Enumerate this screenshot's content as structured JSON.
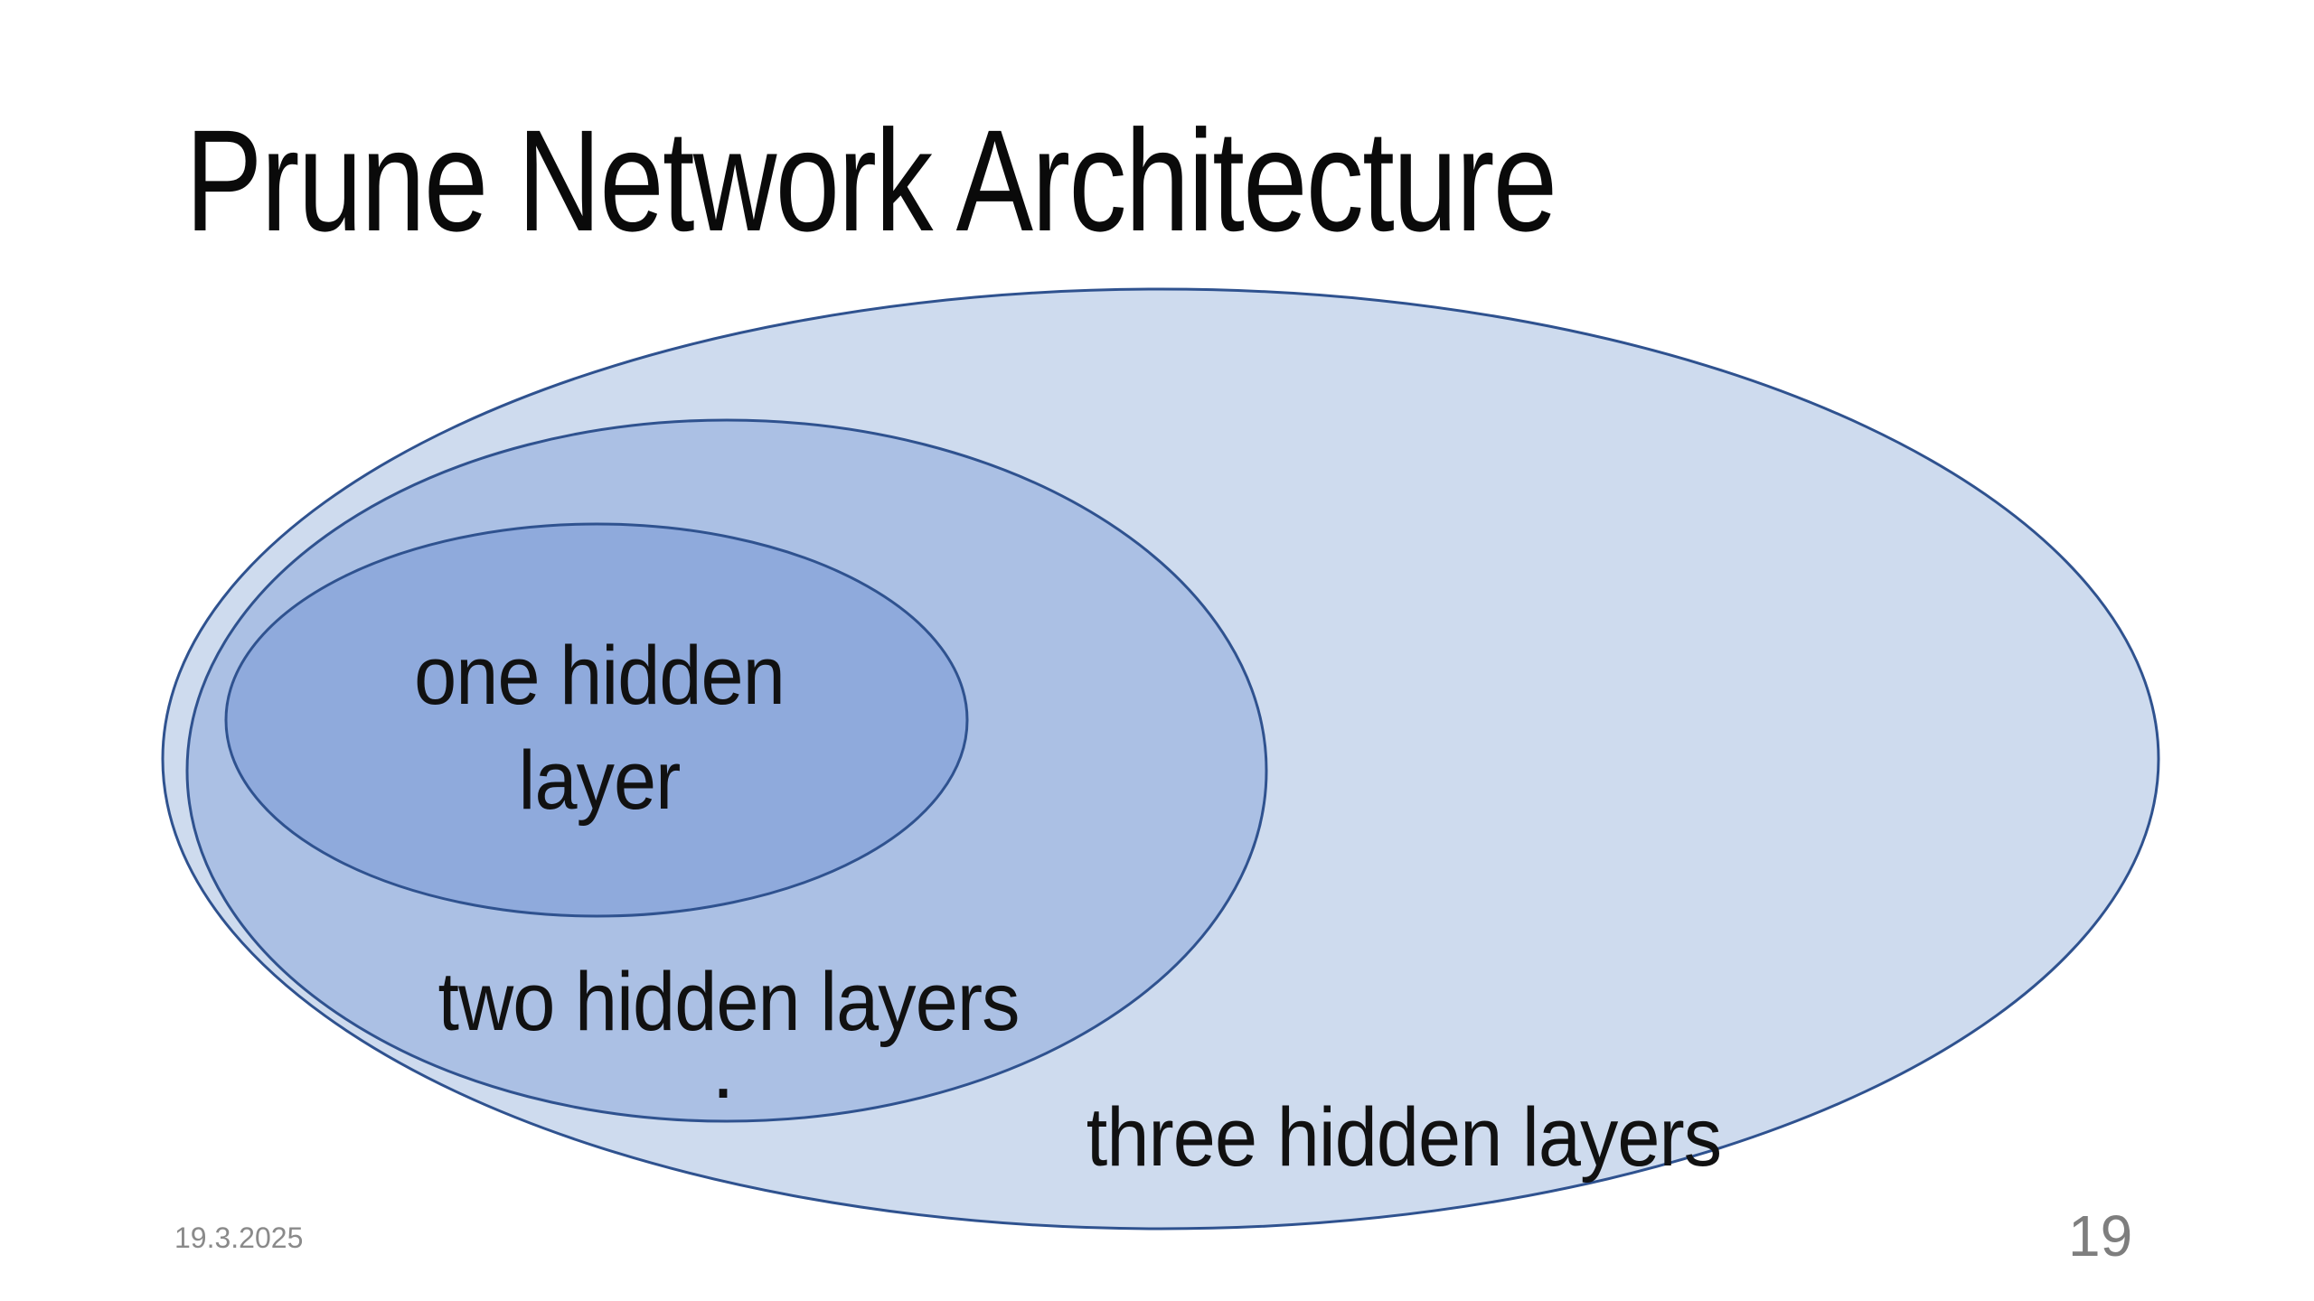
{
  "slide": {
    "title": "Prune Network Architecture",
    "date": "19.3.2025",
    "page_number": "19"
  },
  "diagram": {
    "type": "euler-nested-sets",
    "stroke_color": "#2F528F",
    "stray_dot": ".",
    "sets": [
      {
        "id": "one-hidden-layer",
        "label": "one hidden layer",
        "fill": "#8FAADC"
      },
      {
        "id": "two-hidden-layers",
        "label": "two hidden layers",
        "fill": "#ABC0E4"
      },
      {
        "id": "three-hidden-layers",
        "label": "three hidden layers",
        "fill": "#CEDBEE"
      }
    ]
  },
  "colors": {
    "background": "#FFFFFF",
    "title_text": "#0A0A0A",
    "label_text": "#111111",
    "footer_date": "#8A8A8A",
    "page_number": "#7E7E7E"
  }
}
